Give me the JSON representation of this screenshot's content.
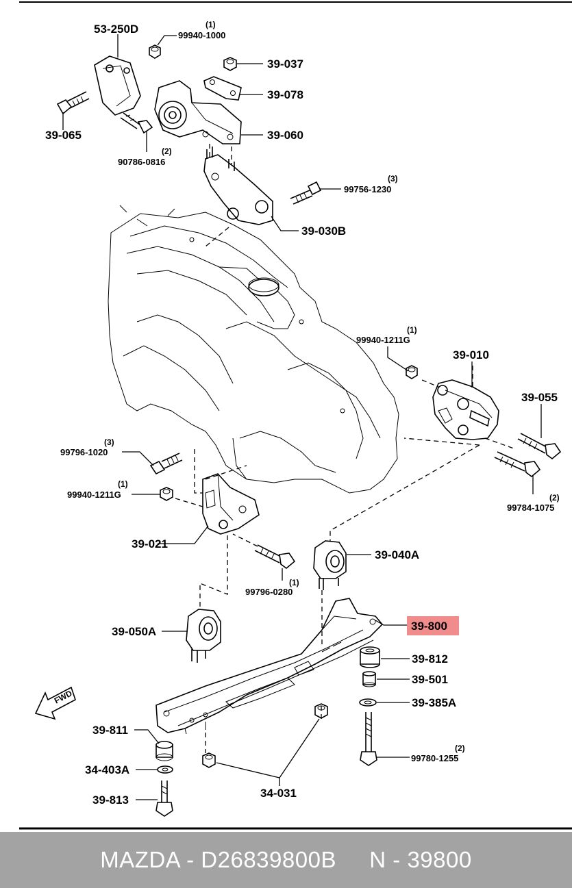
{
  "labels": {
    "l_53_250D": "53-250D",
    "q_99940_1000": "(1)",
    "l_99940_1000": "99940-1000",
    "l_39_037": "39-037",
    "l_39_078": "39-078",
    "l_39_065": "39-065",
    "l_39_060": "39-060",
    "q_90786": "(2)",
    "l_90786_0816": "90786-0816",
    "q_99756": "(3)",
    "l_99756_1230": "99756-1230",
    "l_39_030B": "39-030B",
    "q_99940_1211_top": "(1)",
    "l_99940_1211_top": "99940-1211G",
    "l_39_010": "39-010",
    "l_39_055": "39-055",
    "q_99796_1020": "(3)",
    "l_99796_1020": "99796-1020",
    "q_99940_1211_left": "(1)",
    "l_99940_1211_left": "99940-1211G",
    "q_99784": "(2)",
    "l_99784_1075": "99784-1075",
    "l_39_021": "39-021",
    "l_39_040A": "39-040A",
    "q_99796_0280": "(1)",
    "l_99796_0280": "99796-0280",
    "l_39_050A": "39-050A",
    "l_39_800": "39-800",
    "l_39_812": "39-812",
    "l_39_501": "39-501",
    "l_39_385A": "39-385A",
    "l_39_811": "39-811",
    "q_99780": "(2)",
    "l_99780_1255": "99780-1255",
    "l_34_403A": "34-403A",
    "l_34_031": "34-031",
    "l_39_813": "39-813",
    "fwd": "FWD"
  },
  "footer": {
    "text": "MAZDA - D26839800B     N - 39800"
  },
  "colors": {
    "highlight": "#f08c8c",
    "footer_bg": "#a3a3a3",
    "footer_text": "#ffffff"
  }
}
